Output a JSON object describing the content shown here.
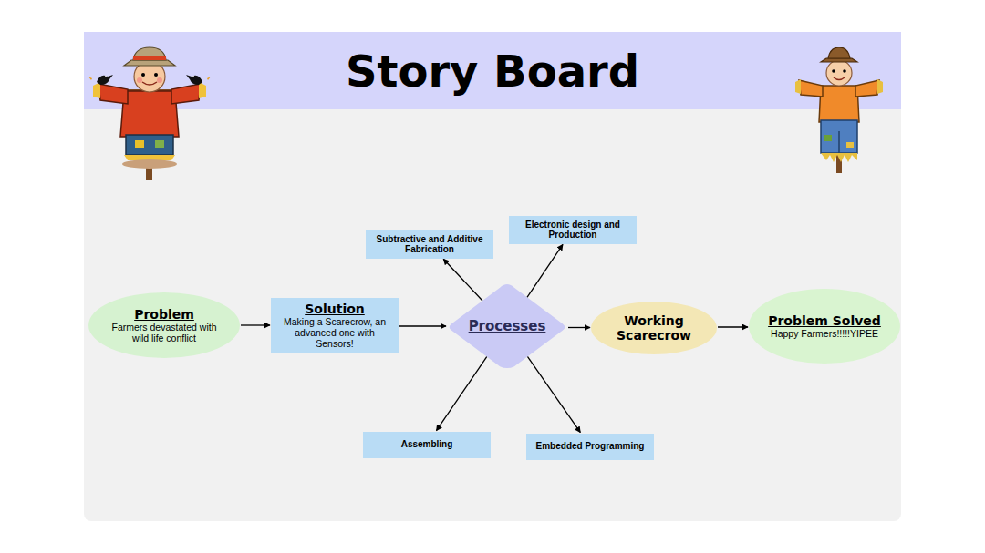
{
  "diagram": {
    "title": "Story Board",
    "nodes": [
      {
        "text": [
          "Problem",
          "Farmers devastated with wild life conflict"
        ]
      },
      {
        "text": [
          "Solution",
          "Making a Scarecrow, an advanced one with Sensors!"
        ]
      },
      {
        "text": [
          "Processes"
        ]
      },
      {
        "text": [
          "Subtractive and Additive Fabrication"
        ]
      },
      {
        "text": [
          "Electronic design and Production"
        ]
      },
      {
        "text": [
          "Assembling"
        ]
      },
      {
        "text": [
          "Embedded Programming"
        ]
      },
      {
        "text": [
          "Working Scarecrow"
        ]
      },
      {
        "text": [
          "Problem Solved",
          "Happy Farmers!!!!!YIPEE"
        ]
      }
    ],
    "edges": [
      {
        "from": 0,
        "to": 1,
        "arrow": "to"
      },
      {
        "from": 1,
        "to": 2,
        "arrow": "to"
      },
      {
        "from": 2,
        "to": 3,
        "arrow": "to"
      },
      {
        "from": 2,
        "to": 4,
        "arrow": "to"
      },
      {
        "from": 2,
        "to": 5,
        "arrow": "to"
      },
      {
        "from": 2,
        "to": 6,
        "arrow": "to"
      },
      {
        "from": 2,
        "to": 7,
        "arrow": "to"
      },
      {
        "from": 7,
        "to": 8,
        "arrow": "to"
      }
    ]
  }
}
